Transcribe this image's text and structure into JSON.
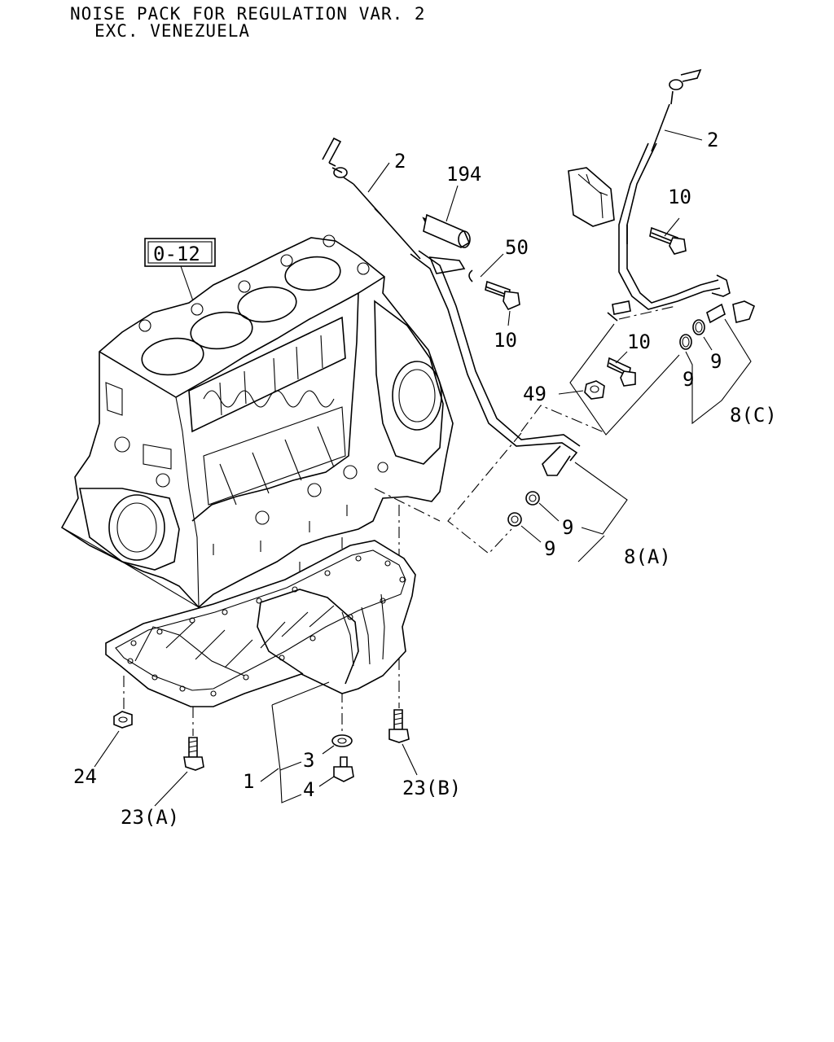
{
  "header": {
    "line1": "NOISE PACK FOR REGULATION VAR. 2",
    "line2": "EXC. VENEZUELA"
  },
  "reference": "0-12",
  "callouts": {
    "c2_left": "2",
    "c2_right": "2",
    "c194": "194",
    "c50": "50",
    "c10_upper": "10",
    "c10_mid": "10",
    "c10_right": "10",
    "c49": "49",
    "c9_a": "9",
    "c9_b": "9",
    "c9_c": "9",
    "c9_d": "9",
    "c8a": "8(A)",
    "c8c": "8(C)",
    "c1": "1",
    "c3": "3",
    "c4": "4",
    "c24": "24",
    "c23a": "23(A)",
    "c23b": "23(B)"
  }
}
